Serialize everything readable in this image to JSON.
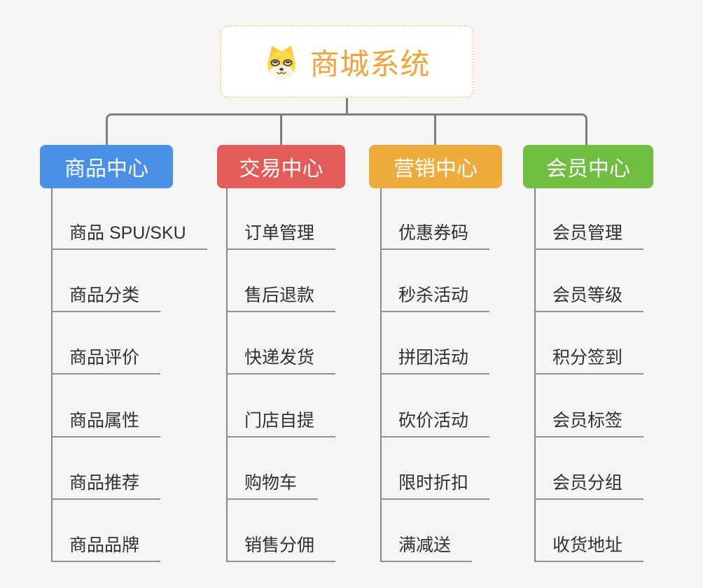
{
  "root": {
    "title": "商城系统",
    "icon": "dog-face-icon"
  },
  "branches": [
    {
      "label": "商品中心",
      "color": "#4a90e8",
      "items": [
        "商品 SPU/SKU",
        "商品分类",
        "商品评价",
        "商品属性",
        "商品推荐",
        "商品品牌"
      ]
    },
    {
      "label": "交易中心",
      "color": "#e45c5a",
      "items": [
        "订单管理",
        "售后退款",
        "快递发货",
        "门店自提",
        "购物车",
        "销售分佣"
      ]
    },
    {
      "label": "营销中心",
      "color": "#efab3c",
      "items": [
        "优惠券码",
        "秒杀活动",
        "拼团活动",
        "砍价活动",
        "限时折扣",
        "满减送"
      ]
    },
    {
      "label": "会员中心",
      "color": "#6fbe41",
      "items": [
        "会员管理",
        "会员等级",
        "积分签到",
        "会员标签",
        "会员分组",
        "收货地址"
      ]
    }
  ],
  "colors": {
    "background": "#f5f5f6",
    "root_accent": "#f2a43c",
    "root_border": "#f2ce93",
    "connector_gray": "#7e7e7e",
    "item_text": "#303030",
    "branch_blue": "#4a90e8",
    "branch_red": "#e45c5a",
    "branch_orange": "#efab3c",
    "branch_green": "#6fbe41"
  }
}
